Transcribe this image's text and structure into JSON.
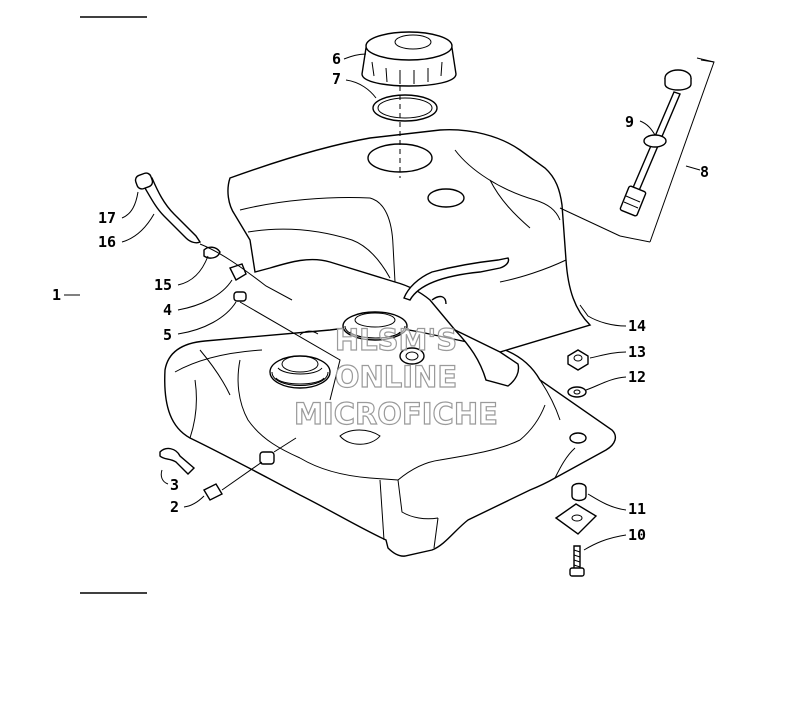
{
  "labels": {
    "l1": "1",
    "l2": "2",
    "l3": "3",
    "l4": "4",
    "l5": "5",
    "l6": "6",
    "l7": "7",
    "l8": "8",
    "l9": "9",
    "l10": "10",
    "l11": "11",
    "l12": "12",
    "l13": "13",
    "l14": "14",
    "l15": "15",
    "l16": "16",
    "l17": "17"
  },
  "watermark": {
    "line1": "HLSM'S",
    "line2": "ONLINE",
    "line3": "MICROFICHE"
  }
}
